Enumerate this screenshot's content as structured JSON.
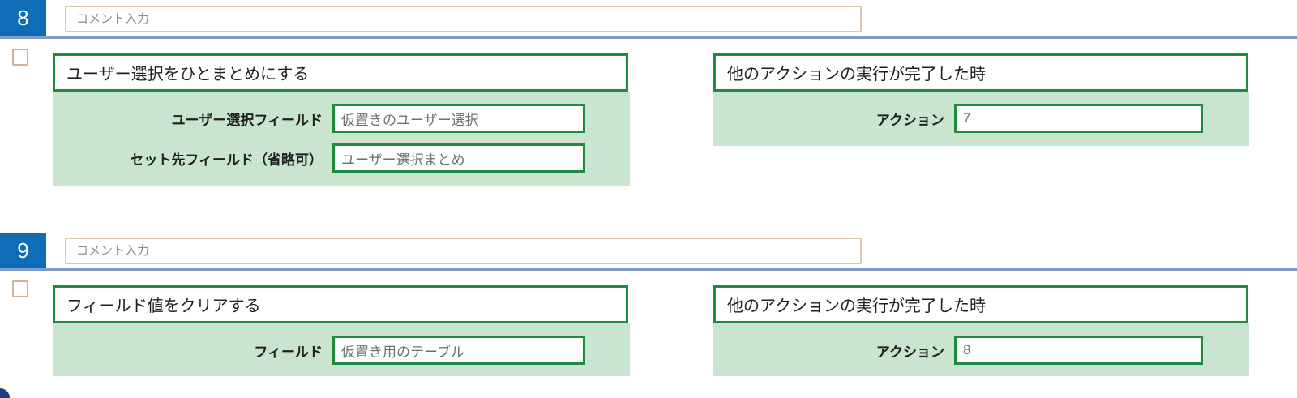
{
  "colors": {
    "badge_blue": "#0f6cb6",
    "divider_blue": "#7f9dc8",
    "green_border": "#1e8c3f",
    "green_background": "#c9e5cf",
    "tan_border": "#d9c8ac",
    "corner_navy": "#1e3f7d"
  },
  "sections": [
    {
      "number": "8",
      "comment_placeholder": "コメント入力",
      "checkbox_checked": false,
      "action": {
        "title": "ユーザー選択をひとまとめにする",
        "fields": [
          {
            "label": "ユーザー選択フィールド",
            "value": "仮置きのユーザー選択"
          },
          {
            "label": "セット先フィールド（省略可）",
            "value": "ユーザー選択まとめ"
          }
        ]
      },
      "trigger": {
        "title": "他のアクションの実行が完了した時",
        "fields": [
          {
            "label": "アクション",
            "value": "7"
          }
        ]
      }
    },
    {
      "number": "9",
      "comment_placeholder": "コメント入力",
      "checkbox_checked": false,
      "action": {
        "title": "フィールド値をクリアする",
        "fields": [
          {
            "label": "フィールド",
            "value": "仮置き用のテーブル"
          }
        ]
      },
      "trigger": {
        "title": "他のアクションの実行が完了した時",
        "fields": [
          {
            "label": "アクション",
            "value": "8"
          }
        ]
      }
    }
  ]
}
